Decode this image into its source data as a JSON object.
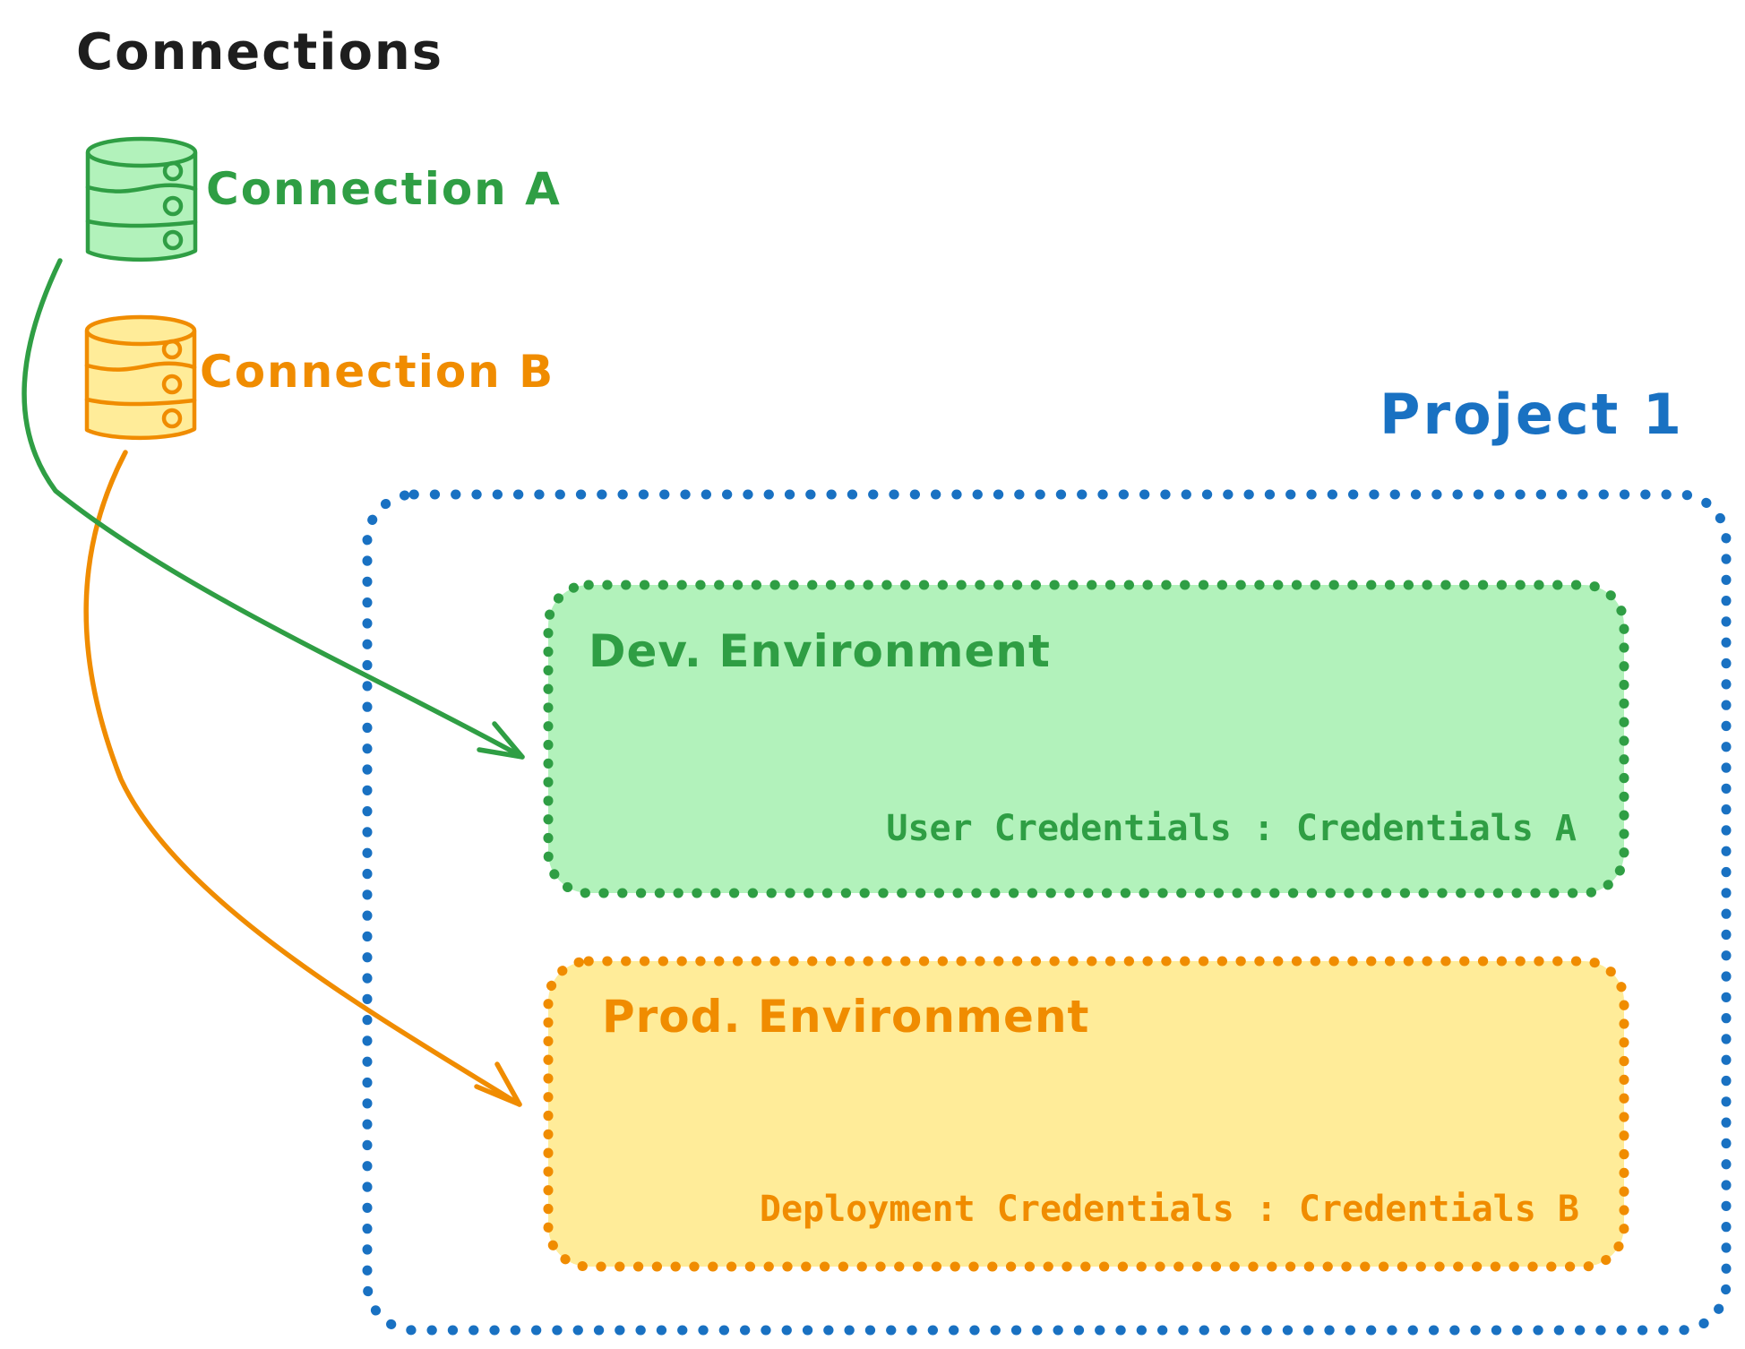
{
  "title": "Connections",
  "colors": {
    "ink": "#1e1e1e",
    "green": "#2f9e44",
    "green-fill": "#b2f2bb",
    "orange": "#f08c00",
    "orange-fill": "#ffec99",
    "blue": "#1971c2"
  },
  "connections": [
    {
      "label": "Connection A",
      "icon": "database-icon",
      "color": "green"
    },
    {
      "label": "Connection B",
      "icon": "database-icon",
      "color": "orange"
    }
  ],
  "project": {
    "title": "Project 1",
    "environments": [
      {
        "name": "Dev. Environment",
        "credentials": "User Credentials : Credentials A",
        "color": "green"
      },
      {
        "name": "Prod. Environment",
        "credentials": "Deployment Credentials : Credentials B",
        "color": "orange"
      }
    ]
  }
}
